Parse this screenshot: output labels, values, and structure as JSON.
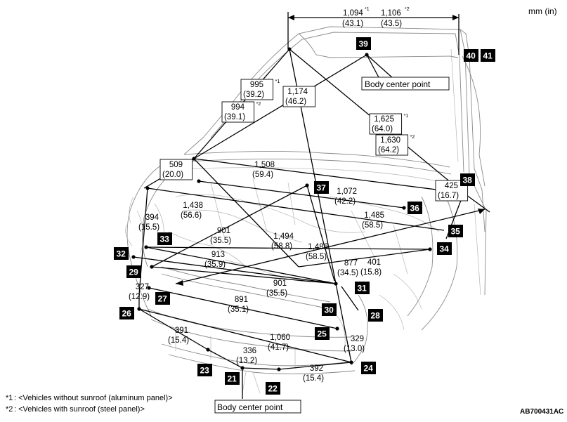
{
  "unit_label": "mm (in)",
  "figure_code": "AB700431AC",
  "callouts": {
    "top": "Body center point",
    "bottom": "Body center point"
  },
  "footnotes": [
    {
      "mark": "*1",
      "text": ": <Vehicles without sunroof (aluminum panel)>"
    },
    {
      "mark": "*2",
      "text": ": <Vehicles with sunroof (steel panel)>"
    }
  ],
  "top_width": {
    "a": {
      "mm": "1,094",
      "inch": "(43.1)",
      "mark": "*1"
    },
    "b": {
      "mm": "1,106",
      "inch": "(43.5)",
      "mark": "*2"
    }
  },
  "dimensions": [
    {
      "id": "d995",
      "mm": "995",
      "inch": "(39.2)",
      "boxed": true,
      "mark": "*1"
    },
    {
      "id": "d994",
      "mm": "994",
      "inch": "(39.1)",
      "boxed": true,
      "mark": "*2"
    },
    {
      "id": "d1174",
      "mm": "1,174",
      "inch": "(46.2)",
      "boxed": true,
      "mark": ""
    },
    {
      "id": "d1625",
      "mm": "1,625",
      "inch": "(64.0)",
      "boxed": true,
      "mark": "*1"
    },
    {
      "id": "d1630",
      "mm": "1,630",
      "inch": "(64.2)",
      "boxed": true,
      "mark": "*2"
    },
    {
      "id": "d509",
      "mm": "509",
      "inch": "(20.0)",
      "boxed": true,
      "mark": ""
    },
    {
      "id": "d1508",
      "mm": "1,508",
      "inch": "(59.4)",
      "boxed": false,
      "mark": ""
    },
    {
      "id": "d1072",
      "mm": "1,072",
      "inch": "(42.2)",
      "boxed": false,
      "mark": ""
    },
    {
      "id": "d425",
      "mm": "425",
      "inch": "(16.7)",
      "boxed": true,
      "mark": ""
    },
    {
      "id": "d1438",
      "mm": "1,438",
      "inch": "(56.6)",
      "boxed": false,
      "mark": ""
    },
    {
      "id": "d1485",
      "mm": "1,485",
      "inch": "(58.5)",
      "boxed": false,
      "mark": ""
    },
    {
      "id": "d394",
      "mm": "394",
      "inch": "(15.5)",
      "boxed": false,
      "mark": ""
    },
    {
      "id": "d901a",
      "mm": "901",
      "inch": "(35.5)",
      "boxed": false,
      "mark": ""
    },
    {
      "id": "d1494",
      "mm": "1,494",
      "inch": "(58.8)",
      "boxed": false,
      "mark": ""
    },
    {
      "id": "d1486",
      "mm": "1,486",
      "inch": "(58.5)",
      "boxed": false,
      "mark": ""
    },
    {
      "id": "d913",
      "mm": "913",
      "inch": "(35.9)",
      "boxed": false,
      "mark": ""
    },
    {
      "id": "d877",
      "mm": "877",
      "inch": "(34.5)",
      "boxed": false,
      "mark": ""
    },
    {
      "id": "d401",
      "mm": "401",
      "inch": "(15.8)",
      "boxed": false,
      "mark": ""
    },
    {
      "id": "d901b",
      "mm": "901",
      "inch": "(35.5)",
      "boxed": false,
      "mark": ""
    },
    {
      "id": "d327",
      "mm": "327",
      "inch": "(12.9)",
      "boxed": false,
      "mark": ""
    },
    {
      "id": "d891",
      "mm": "891",
      "inch": "(35.1)",
      "boxed": false,
      "mark": ""
    },
    {
      "id": "d391",
      "mm": "391",
      "inch": "(15.4)",
      "boxed": false,
      "mark": ""
    },
    {
      "id": "d1060",
      "mm": "1,060",
      "inch": "(41.7)",
      "boxed": false,
      "mark": ""
    },
    {
      "id": "d329",
      "mm": "329",
      "inch": "(13.0)",
      "boxed": false,
      "mark": ""
    },
    {
      "id": "d336",
      "mm": "336",
      "inch": "(13.2)",
      "boxed": false,
      "mark": ""
    },
    {
      "id": "d392",
      "mm": "392",
      "inch": "(15.4)",
      "boxed": false,
      "mark": ""
    }
  ],
  "points": [
    "21",
    "22",
    "23",
    "24",
    "25",
    "26",
    "27",
    "28",
    "29",
    "30",
    "31",
    "32",
    "33",
    "34",
    "35",
    "36",
    "37",
    "38",
    "39",
    "40",
    "41"
  ]
}
